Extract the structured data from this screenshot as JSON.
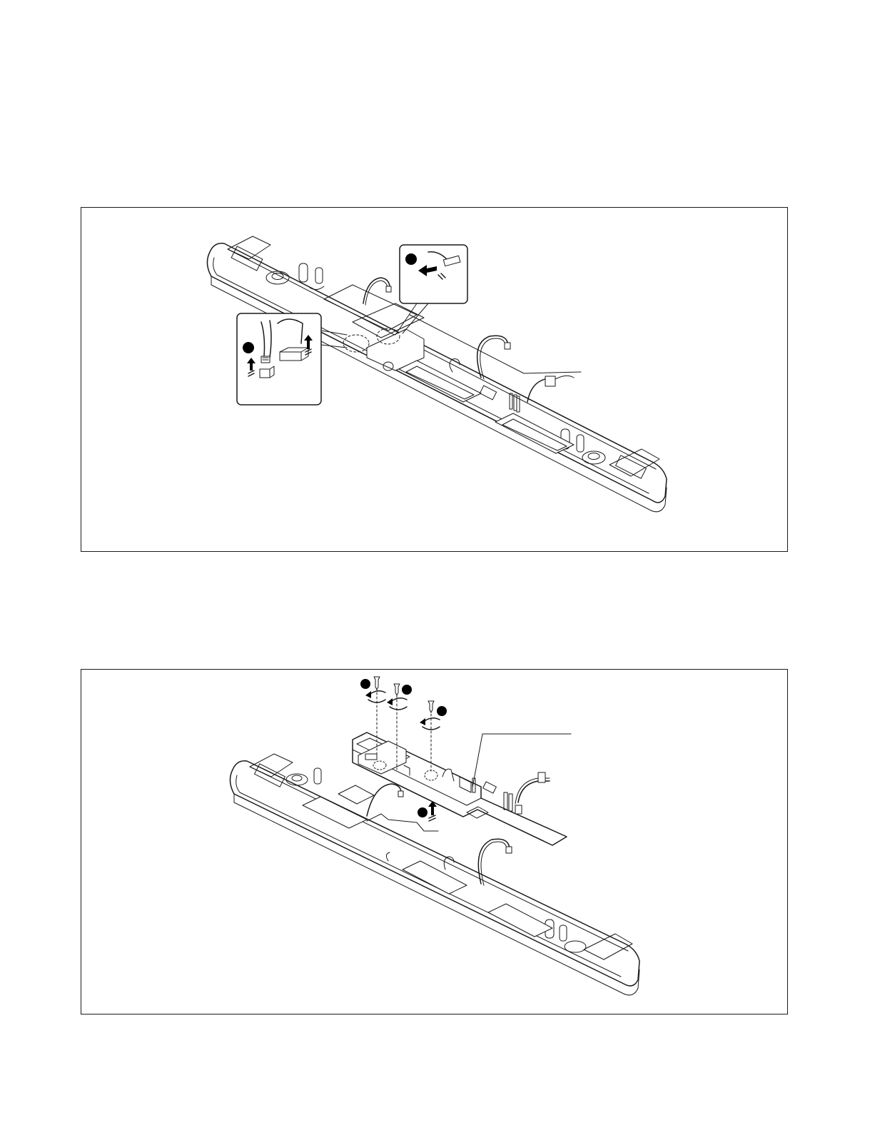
{
  "figures": [
    {
      "id": "figure-1",
      "callouts": [
        "connector-release",
        "ffc-cable-release"
      ]
    },
    {
      "id": "figure-2",
      "screws": 3,
      "steps": [
        "remove-screws",
        "lift-board"
      ]
    }
  ],
  "colors": {
    "line": "#1a1a1a",
    "background": "#ffffff",
    "marker": "#000000"
  }
}
